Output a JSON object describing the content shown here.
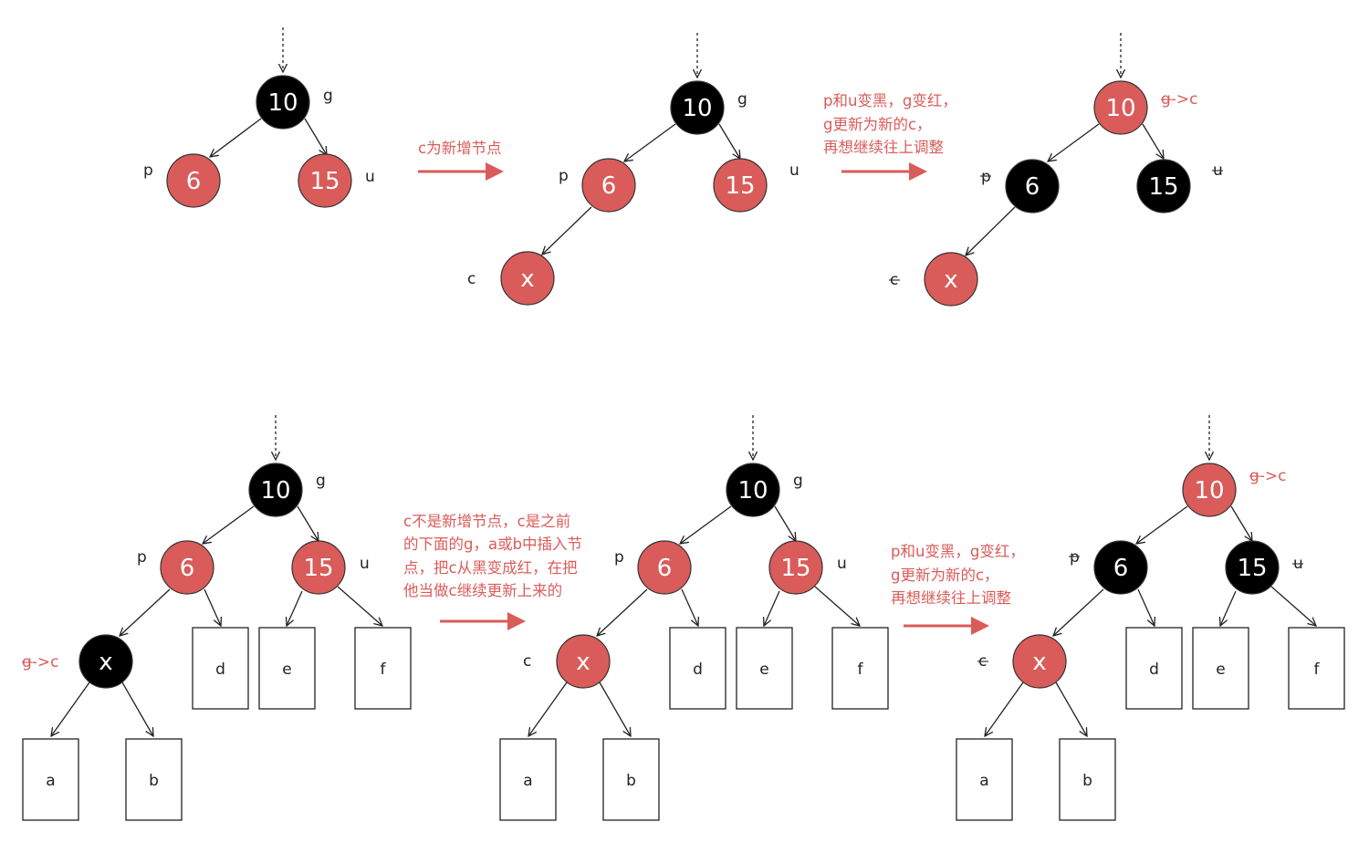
{
  "colors": {
    "red": "#d95c5a",
    "black": "#000000",
    "line": "#222222",
    "caption": "#d95c5a"
  },
  "labels": {
    "g": "g",
    "p": "p",
    "u": "u",
    "c": "c",
    "g_to_c": "g->c"
  },
  "nodes": {
    "root": "10",
    "left": "6",
    "right": "15",
    "x": "x"
  },
  "subtrees": {
    "a": "a",
    "b": "b",
    "d": "d",
    "e": "e",
    "f": "f"
  },
  "captions": {
    "top_arrow1": [
      "c为新增节点"
    ],
    "top_arrow2": [
      "p和u变黑，g变红，",
      "g更新为新的c，",
      "再想继续往上调整"
    ],
    "bottom_arrow1": [
      "c不是新增节点，c是之前",
      "的下面的g，a或b中插入节",
      "点，把c从黑变成红，在把",
      "他当做c继续更新上来的"
    ],
    "bottom_arrow2": [
      "p和u变黑，g变红，",
      "g更新为新的c，",
      "再想继续往上调整"
    ]
  }
}
